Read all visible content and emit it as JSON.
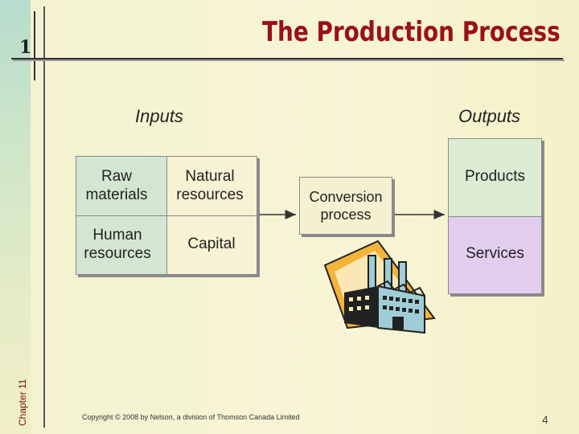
{
  "slide": {
    "number": "1",
    "title": "The Production Process",
    "chapter": "Chapter 11",
    "copyright": "Copyright © 2008 by Nelson, a division of Thomson Canada Limited",
    "page_number": "4"
  },
  "inputs": {
    "heading": "Inputs",
    "items": [
      "Raw materials",
      "Natural resources",
      "Human resources",
      "Capital"
    ]
  },
  "conversion": {
    "label": "Conversion process"
  },
  "outputs": {
    "heading": "Outputs",
    "items": [
      "Products",
      "Services"
    ]
  },
  "colors": {
    "title": "#9b1017",
    "inputs_left": "#d3e6d2",
    "inputs_right": "#f8f1d4",
    "outputs_top": "#dcecd3",
    "outputs_bottom": "#e3cdee"
  },
  "icons": [
    "factory-icon"
  ]
}
